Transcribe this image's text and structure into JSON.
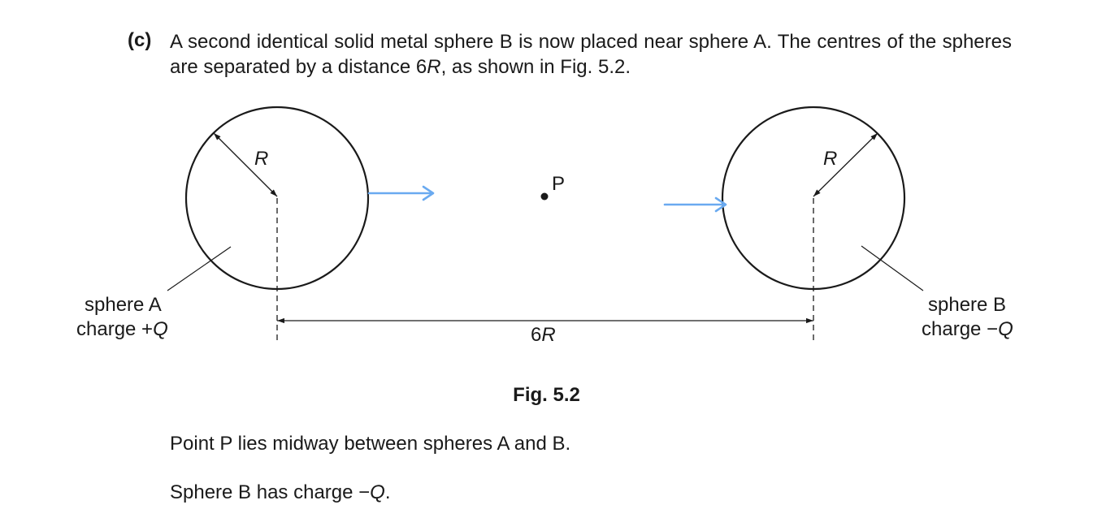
{
  "question": {
    "part_label": "(c)",
    "intro_a": "A second identical solid metal sphere B is now placed near sphere A. The centres of the spheres are separated by a distance 6",
    "intro_var": "R",
    "intro_b": ", as shown in Fig. 5.2."
  },
  "figure": {
    "radius_symbol": "R",
    "point_label": "P",
    "distance_number": "6",
    "distance_symbol": "R",
    "sphere_a": {
      "name": "sphere A",
      "charge_prefix": "charge +",
      "charge_symbol": "Q"
    },
    "sphere_b": {
      "name": "sphere B",
      "charge_prefix": "charge −",
      "charge_symbol": "Q"
    },
    "arrow_color": "#6aaaf0",
    "caption": "Fig. 5.2"
  },
  "statements": {
    "midpoint": "Point P lies midway between spheres A and B.",
    "charge_b_prefix": "Sphere B has charge −",
    "charge_b_symbol": "Q",
    "charge_b_suffix": "."
  }
}
